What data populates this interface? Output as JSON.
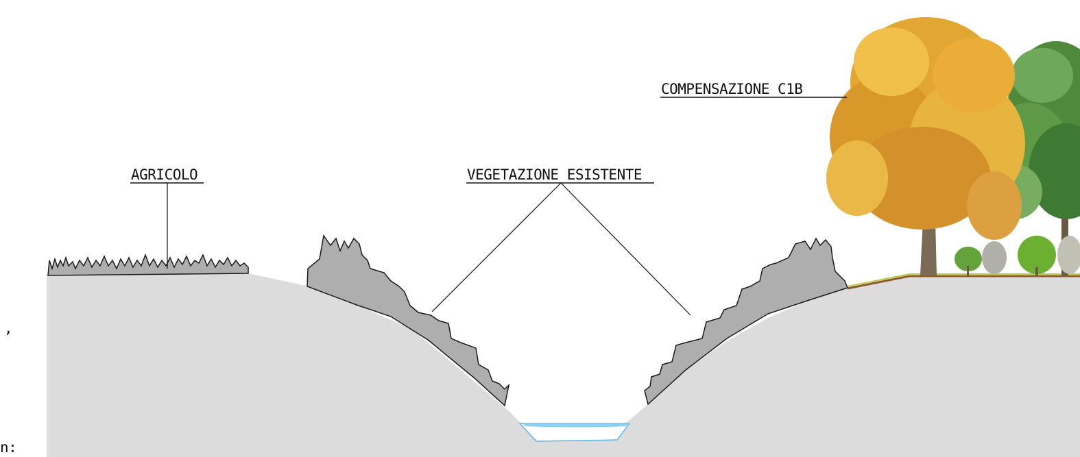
{
  "labels": {
    "agricolo": "AGRICOLO",
    "vegetazione": "VEGETAZIONE ESISTENTE",
    "compensazione": "COMPENSAZIONE C1B"
  },
  "margin_glyphs": {
    "comma": ",",
    "colon_fragment": "n:"
  },
  "colors": {
    "ground": "#dcdcdd",
    "vegetation_fill": "#aeaeae",
    "outline": "#1a1a1a",
    "water": "#8fcff0",
    "tree_autumn": "#e2a632",
    "tree_green": "#4f8a3c",
    "soil_line": "#8a5a2b",
    "grass_strip": "#b9c94a"
  },
  "icons": {
    "autumn_tree": "autumn-tree-icon",
    "green_tree": "green-tree-icon",
    "shrubs": "shrub-icon"
  }
}
